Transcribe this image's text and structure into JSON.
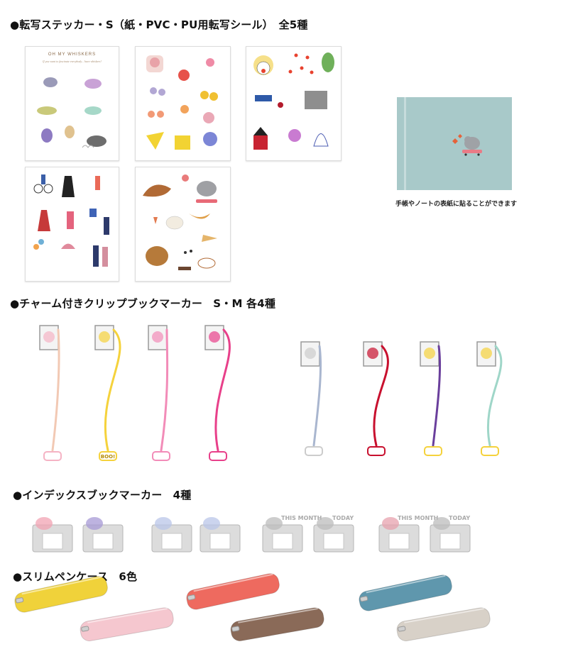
{
  "sections": {
    "stickers": "●転写ステッカー・S（紙・PVC・PU用転写シール）　全5種",
    "clip_bookmarks": "●チャーム付きクリップブックマーカー　S・M 各4種",
    "index_bookmarks": "●インデックスブックマーカー　4種",
    "pen_cases": "●スリムペンケース　6色"
  },
  "sticker_sheet_1": {
    "title": "OH MY WHISKERS",
    "subtitle": "If you want to fascinate everybody... have whiskers!"
  },
  "note_caption": "手帳やノートの表紙に貼ることができます",
  "clip_bookmarks": [
    {
      "cord": "#f2c9b4",
      "charm": "#f5b3c4",
      "label": ""
    },
    {
      "cord": "#f5d23c",
      "charm": "#f5d23c",
      "label": "BOO!"
    },
    {
      "cord": "#f28cb8",
      "charm": "#f28cb8",
      "label": ""
    },
    {
      "cord": "#e8408a",
      "charm": "#e8408a",
      "label": ""
    },
    {
      "cord": "#a9b6cf",
      "charm": "#cccccc",
      "label": ""
    },
    {
      "cord": "#c8102e",
      "charm": "#c8102e",
      "label": ""
    },
    {
      "cord": "#6a3f9c",
      "charm": "#f5d23c",
      "label": ""
    },
    {
      "cord": "#9fd6c8",
      "charm": "#f5d23c",
      "label": ""
    }
  ],
  "index_tabs": [
    {
      "left": "",
      "right": ""
    },
    {
      "left": "",
      "right": ""
    },
    {
      "left": "THIS MONTH",
      "right": "TODAY"
    },
    {
      "left": "THIS MONTH",
      "right": "TODAY"
    }
  ],
  "pen_cases": [
    {
      "color": "#f0d23a"
    },
    {
      "color": "#f5c7cf"
    },
    {
      "color": "#ee6a5f"
    },
    {
      "color": "#8a6a58"
    },
    {
      "color": "#5f97ad"
    },
    {
      "color": "#d8d1c8"
    }
  ]
}
